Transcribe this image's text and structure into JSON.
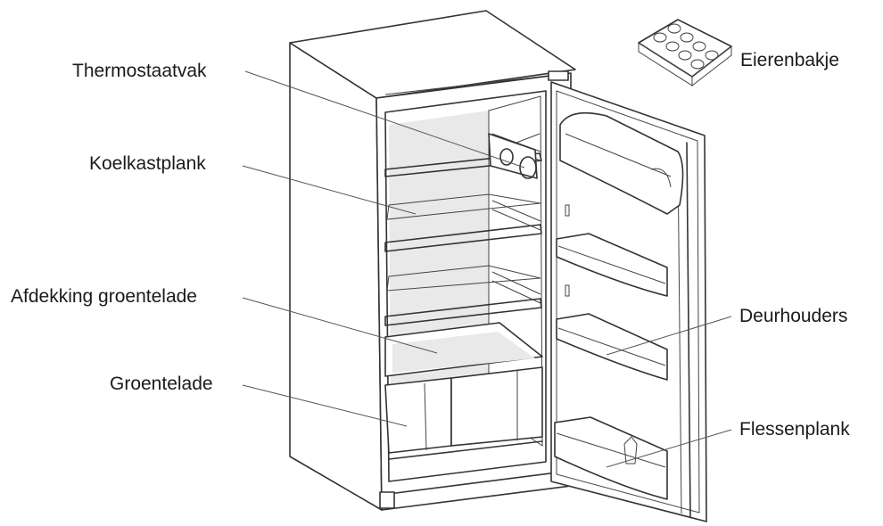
{
  "diagram": {
    "labels": {
      "thermostaatvak": "Thermostaatvak",
      "koelkastplank": "Koelkastplank",
      "afdekking_groentelade": "Afdekking groentelade",
      "groentelade": "Groentelade",
      "eierenbakje": "Eierenbakje",
      "deurhouders": "Deurhouders",
      "flessenplank": "Flessenplank"
    },
    "colors": {
      "line": "#333333",
      "text": "#1a1a1a",
      "background": "#ffffff"
    }
  }
}
